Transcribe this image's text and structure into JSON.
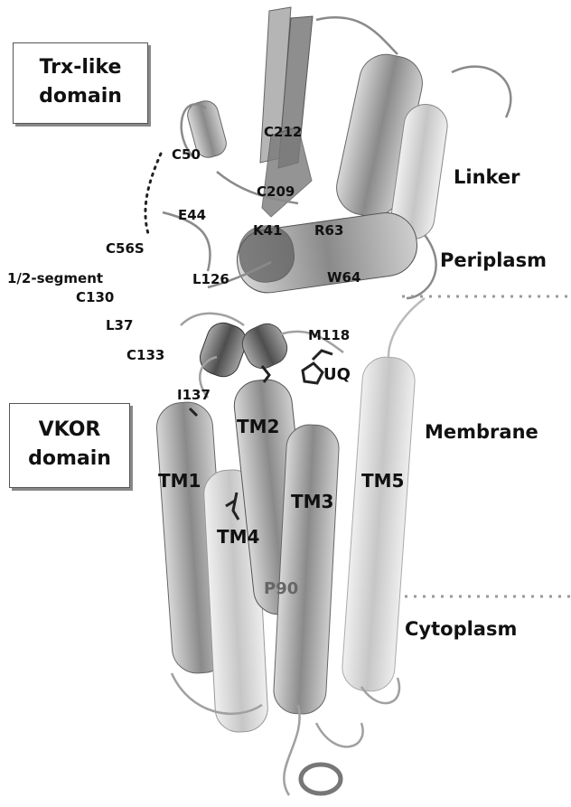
{
  "domains": {
    "trx": {
      "line1": "Trx-like",
      "line2": "domain"
    },
    "vkor": {
      "line1": "VKOR",
      "line2": "domain"
    }
  },
  "regions": {
    "linker": "Linker",
    "periplasm": "Periplasm",
    "membrane": "Membrane",
    "cytoplasm": "Cytoplasm"
  },
  "residues": {
    "c212": "C212",
    "c50": "C50",
    "c209": "C209",
    "e44": "E44",
    "k41": "K41",
    "r63": "R63",
    "c56s": "C56S",
    "segment": "1/2-segment",
    "l126": "L126",
    "w64": "W64",
    "c130": "C130",
    "l37": "L37",
    "m118": "M118",
    "c133": "C133",
    "uq": "UQ",
    "i137": "I137",
    "p90": "P90"
  },
  "helices": {
    "tm1": "TM1",
    "tm2": "TM2",
    "tm3": "TM3",
    "tm4": "TM4",
    "tm5": "TM5"
  },
  "colors": {
    "helix_dark": "#6e6e6e",
    "helix_mid": "#9a9a9a",
    "helix_light": "#d0d0d0",
    "loop": "#8a8a8a",
    "text": "#111111"
  }
}
